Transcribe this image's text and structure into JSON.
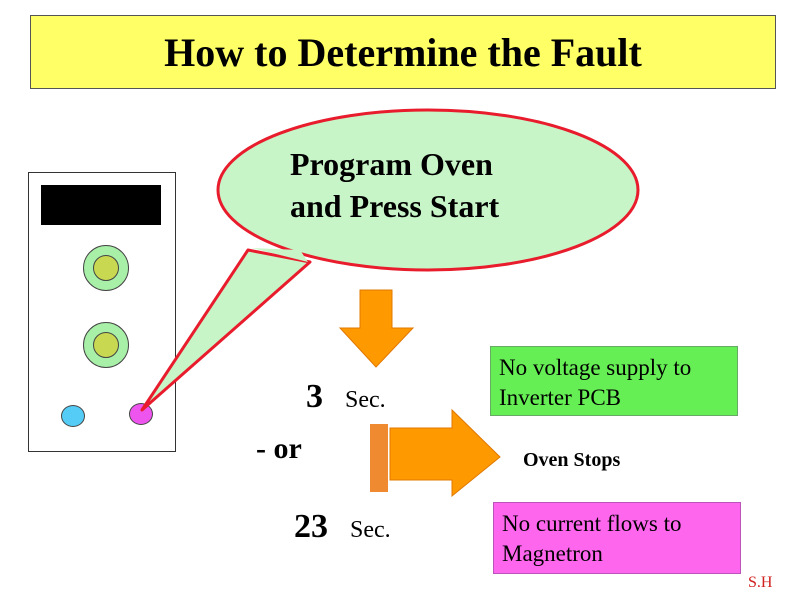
{
  "slide": {
    "title": "How to Determine the Fault",
    "bubble": {
      "line1": "Program Oven",
      "line2": "and Press Start"
    },
    "timings": [
      {
        "value": "3",
        "unit": "Sec."
      },
      {
        "value": "23",
        "unit": "Sec."
      }
    ],
    "or_label": "- or",
    "result_label": "Oven Stops",
    "outcome_boxes": [
      {
        "line1": "No voltage supply to",
        "line2": "Inverter PCB"
      },
      {
        "line1": "No current flows to",
        "line2": "Magnetron"
      }
    ],
    "signature": "S.H"
  },
  "colors": {
    "title_bg": "#ffff66",
    "bubble_fill": "#c8f5c8",
    "bubble_border": "#e81c2c",
    "arrow": "#ff9900",
    "green_box": "#66ee55",
    "pink_box": "#ff66ee",
    "blue_button": "#55ccf5",
    "magenta_button": "#ee55ee"
  }
}
